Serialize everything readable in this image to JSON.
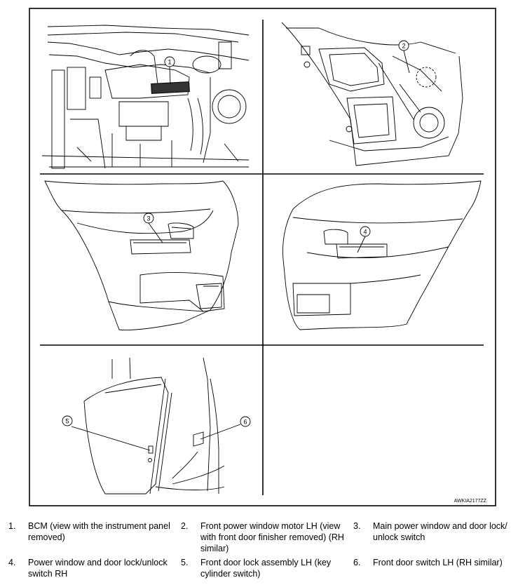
{
  "figure_code": "AWKIA2177ZZ",
  "callouts": [
    "1",
    "2",
    "3",
    "4",
    "5",
    "6"
  ],
  "legend": [
    {
      "num": "1.",
      "lines": [
        "BCM (view with the instrument panel",
        "removed)"
      ]
    },
    {
      "num": "2.",
      "lines": [
        "Front power window motor LH (view",
        "with front door finisher removed) (RH",
        "similar)"
      ]
    },
    {
      "num": "3.",
      "lines": [
        "Main power window and door lock/",
        "unlock switch"
      ]
    },
    {
      "num": "4.",
      "lines": [
        "Power window and door lock/unlock",
        "switch RH"
      ]
    },
    {
      "num": "5.",
      "lines": [
        "Front door lock assembly LH (key",
        "cylinder switch)"
      ]
    },
    {
      "num": "6.",
      "lines": [
        "Front door switch LH (RH similar)"
      ]
    }
  ]
}
